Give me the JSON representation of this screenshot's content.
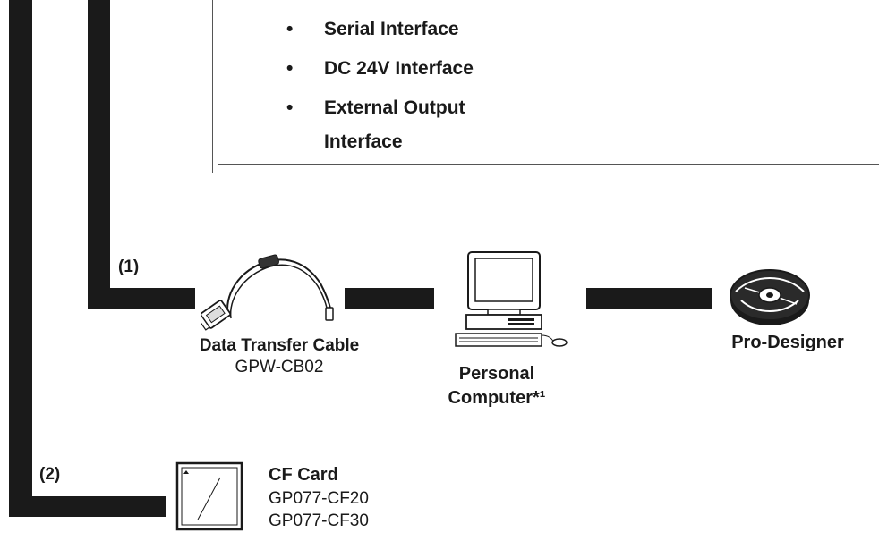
{
  "interfaces": {
    "items": [
      "Serial Interface",
      "DC 24V Interface",
      "External Output"
    ],
    "last_item_line2": "Interface"
  },
  "paths": {
    "path1_label": "(1)",
    "path2_label": "(2)"
  },
  "data_transfer_cable": {
    "name": "Data Transfer Cable",
    "model": "GPW-CB02"
  },
  "personal_computer": {
    "line1": "Personal",
    "line2": "Computer*¹"
  },
  "software": {
    "name": "Pro-Designer"
  },
  "cf_card": {
    "name": "CF Card",
    "models": [
      "GP077-CF20",
      "GP077-CF30"
    ]
  },
  "icons": [
    "cable-icon",
    "computer-icon",
    "cd-rom-icon",
    "cf-card-icon"
  ],
  "colors": {
    "line": "#1a1a1a",
    "box_border": "#555555"
  }
}
